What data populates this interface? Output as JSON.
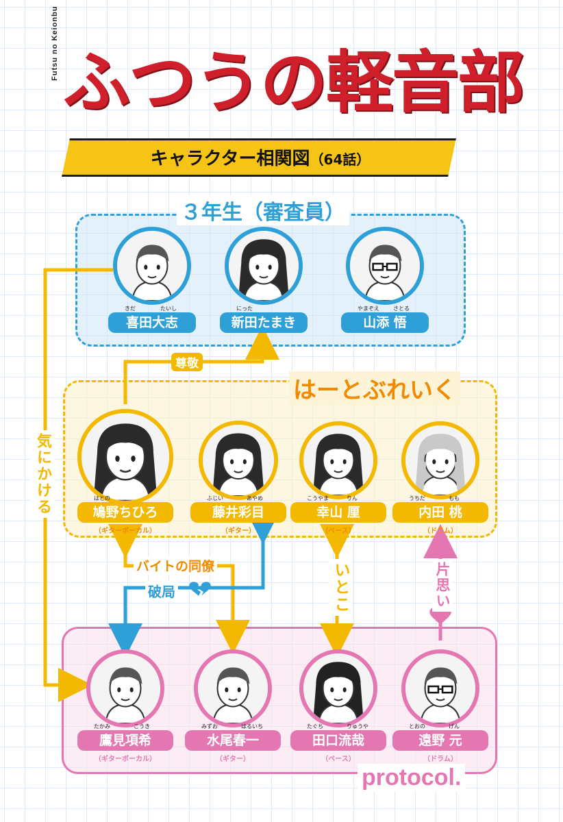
{
  "header": {
    "romaji": "Futsu no Keionbu",
    "title": "ふつうの軽音部",
    "subtitle": "キャラクター相関図",
    "episode": "（64話）"
  },
  "colors": {
    "title_red": "#cf1f2b",
    "banner_yellow": "#f5c415",
    "senior_blue": "#2f9fd8",
    "hartbreak_yellow": "#f3b800",
    "protocol_pink": "#e477b2"
  },
  "groups": {
    "seniors": {
      "label": "３年生（審査員）",
      "members": [
        {
          "ruby_family": "きだ",
          "ruby_given": "たいし",
          "name": "喜田大志",
          "icon": "boy-portrait-icon"
        },
        {
          "ruby_family": "にった",
          "ruby_given": "",
          "name": "新田たまき",
          "icon": "girl-portrait-icon"
        },
        {
          "ruby_family": "やまぞえ",
          "ruby_given": "さとる",
          "name": "山添 悟",
          "icon": "boy-glasses-portrait-icon"
        }
      ]
    },
    "hartbreak": {
      "label": "はーとぶれいく",
      "members": [
        {
          "ruby_family": "はとの",
          "ruby_given": "",
          "name": "鳩野ちひろ",
          "role": "（ギターボーカル）",
          "icon": "girl-longhair-portrait-icon"
        },
        {
          "ruby_family": "ふじい",
          "ruby_given": "あやめ",
          "name": "藤井彩目",
          "role": "（ギター）",
          "icon": "girl-portrait-icon"
        },
        {
          "ruby_family": "こうやま",
          "ruby_given": "りん",
          "name": "幸山 厘",
          "role": "（ベース）",
          "icon": "girl-bob-portrait-icon"
        },
        {
          "ruby_family": "うちだ",
          "ruby_given": "もも",
          "name": "内田 桃",
          "role": "（ドラム）",
          "icon": "girl-braids-portrait-icon"
        }
      ]
    },
    "protocol": {
      "label": "protocol.",
      "members": [
        {
          "ruby_family": "たかみ",
          "ruby_given": "こうき",
          "name": "鷹見項希",
          "role": "（ギターボーカル）",
          "icon": "boy-portrait-icon"
        },
        {
          "ruby_family": "みずお",
          "ruby_given": "はるいち",
          "name": "水尾春一",
          "role": "（ギター）",
          "icon": "boy-portrait-icon"
        },
        {
          "ruby_family": "たぐち",
          "ruby_given": "りゅうや",
          "name": "田口流哉",
          "role": "（ベース）",
          "icon": "boy-longhair-portrait-icon"
        },
        {
          "ruby_family": "とおの",
          "ruby_given": "げん",
          "name": "遠野 元",
          "role": "（ドラム）",
          "icon": "boy-glasses-portrait-icon"
        }
      ]
    }
  },
  "relations": {
    "respect": "尊敬",
    "curious": "気にかける",
    "coworker": "バイトの同僚",
    "breakup": "破局",
    "cousin": "いとこ",
    "crush": "片思い"
  }
}
